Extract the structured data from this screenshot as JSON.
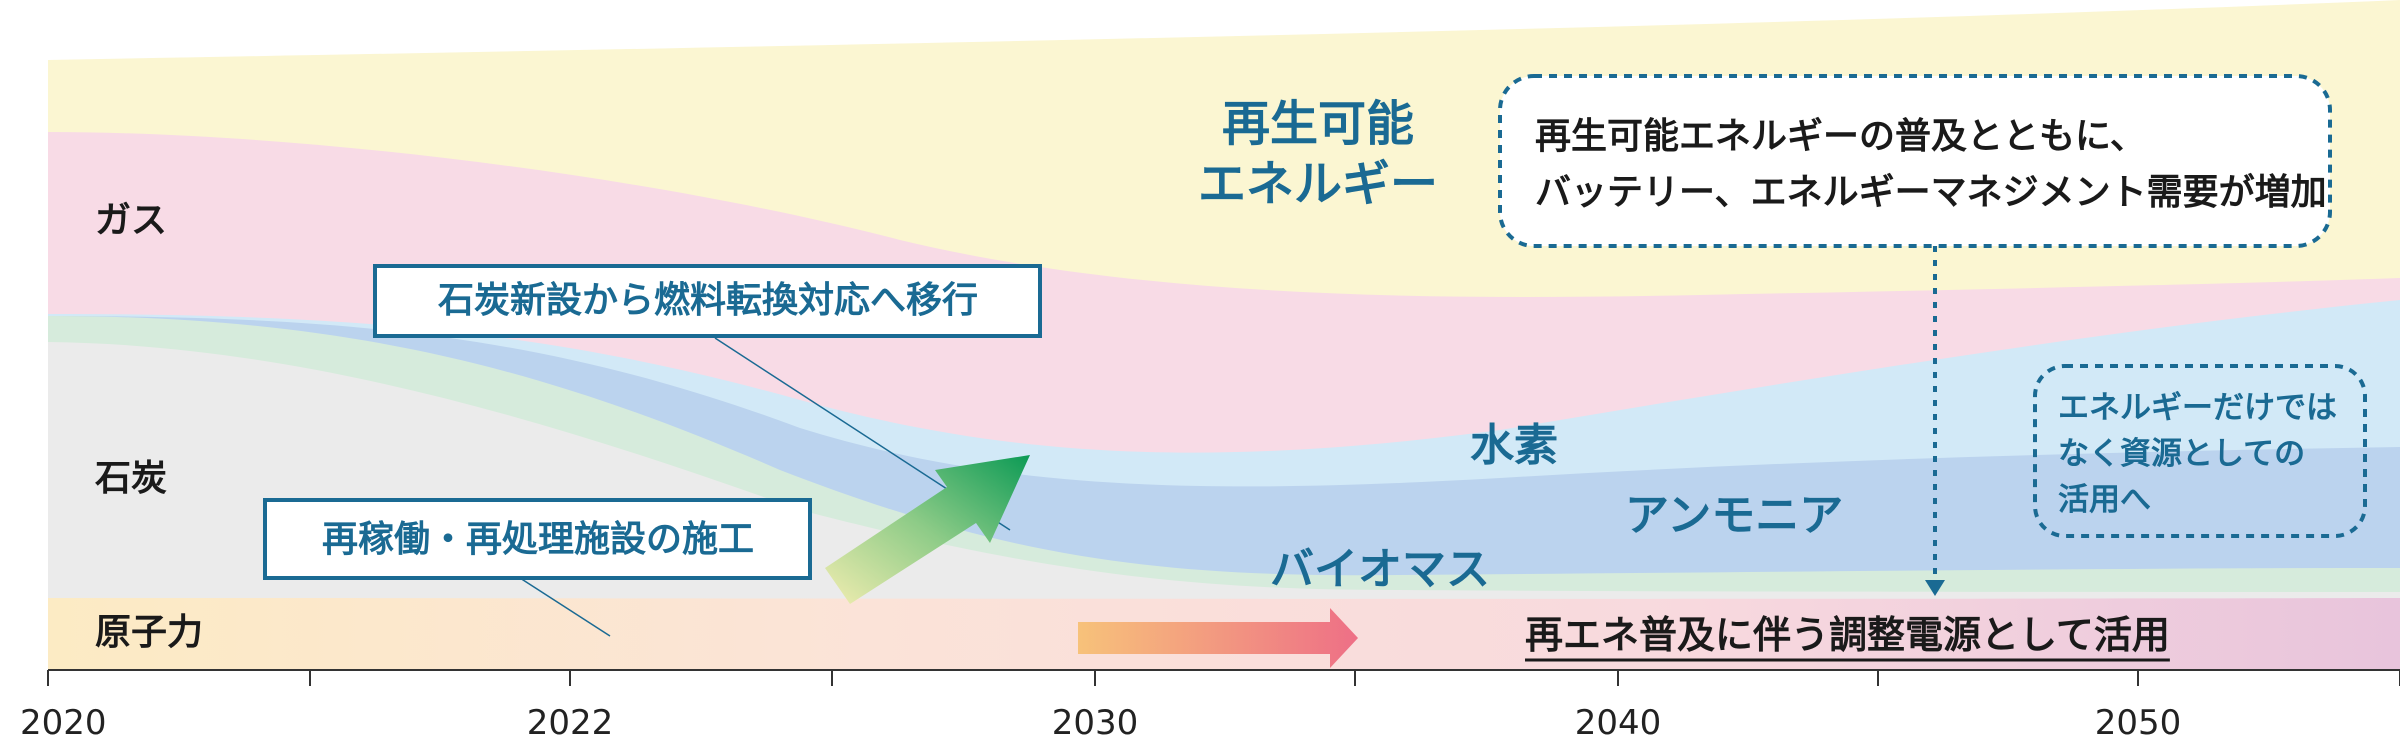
{
  "chart_data": {
    "type": "area",
    "title": "",
    "xlabel": "",
    "ylabel": "",
    "x_ticks": [
      "2020",
      "2022",
      "2030",
      "2040",
      "2050"
    ],
    "series": [
      {
        "name": "原子力"
      },
      {
        "name": "石炭"
      },
      {
        "name": "バイオマス"
      },
      {
        "name": "アンモニア"
      },
      {
        "name": "水素"
      },
      {
        "name": "ガス"
      },
      {
        "name": "再生可能\nエネルギー"
      }
    ],
    "annotations": {
      "coal_transition": "石炭新設から燃料転換対応へ移行",
      "nuclear_restart": "再稼働・再処理施設の施工",
      "renewables_note": "再生可能エネルギーの普及とともに、\nバッテリー、エネルギーマネジメント需要が増加",
      "hydrogen_note": "エネルギーだけでは\nなく資源としての\n活用へ",
      "nuclear_role": "再エネ普及に伴う調整電源として活用"
    },
    "colors": {
      "renewables": "#FBF6D2",
      "gas": "#F8DBE6",
      "hydrogen": "#D2E9F7",
      "ammonia": "#BBD3EE",
      "biomass": "#D6EBDC",
      "coal": "#EBEBEB",
      "nuclear_start": "#FCEBC4",
      "nuclear_end": "#E8C4DC",
      "accent": "#1A6A93",
      "label_dark": "#1A1A1A"
    }
  }
}
